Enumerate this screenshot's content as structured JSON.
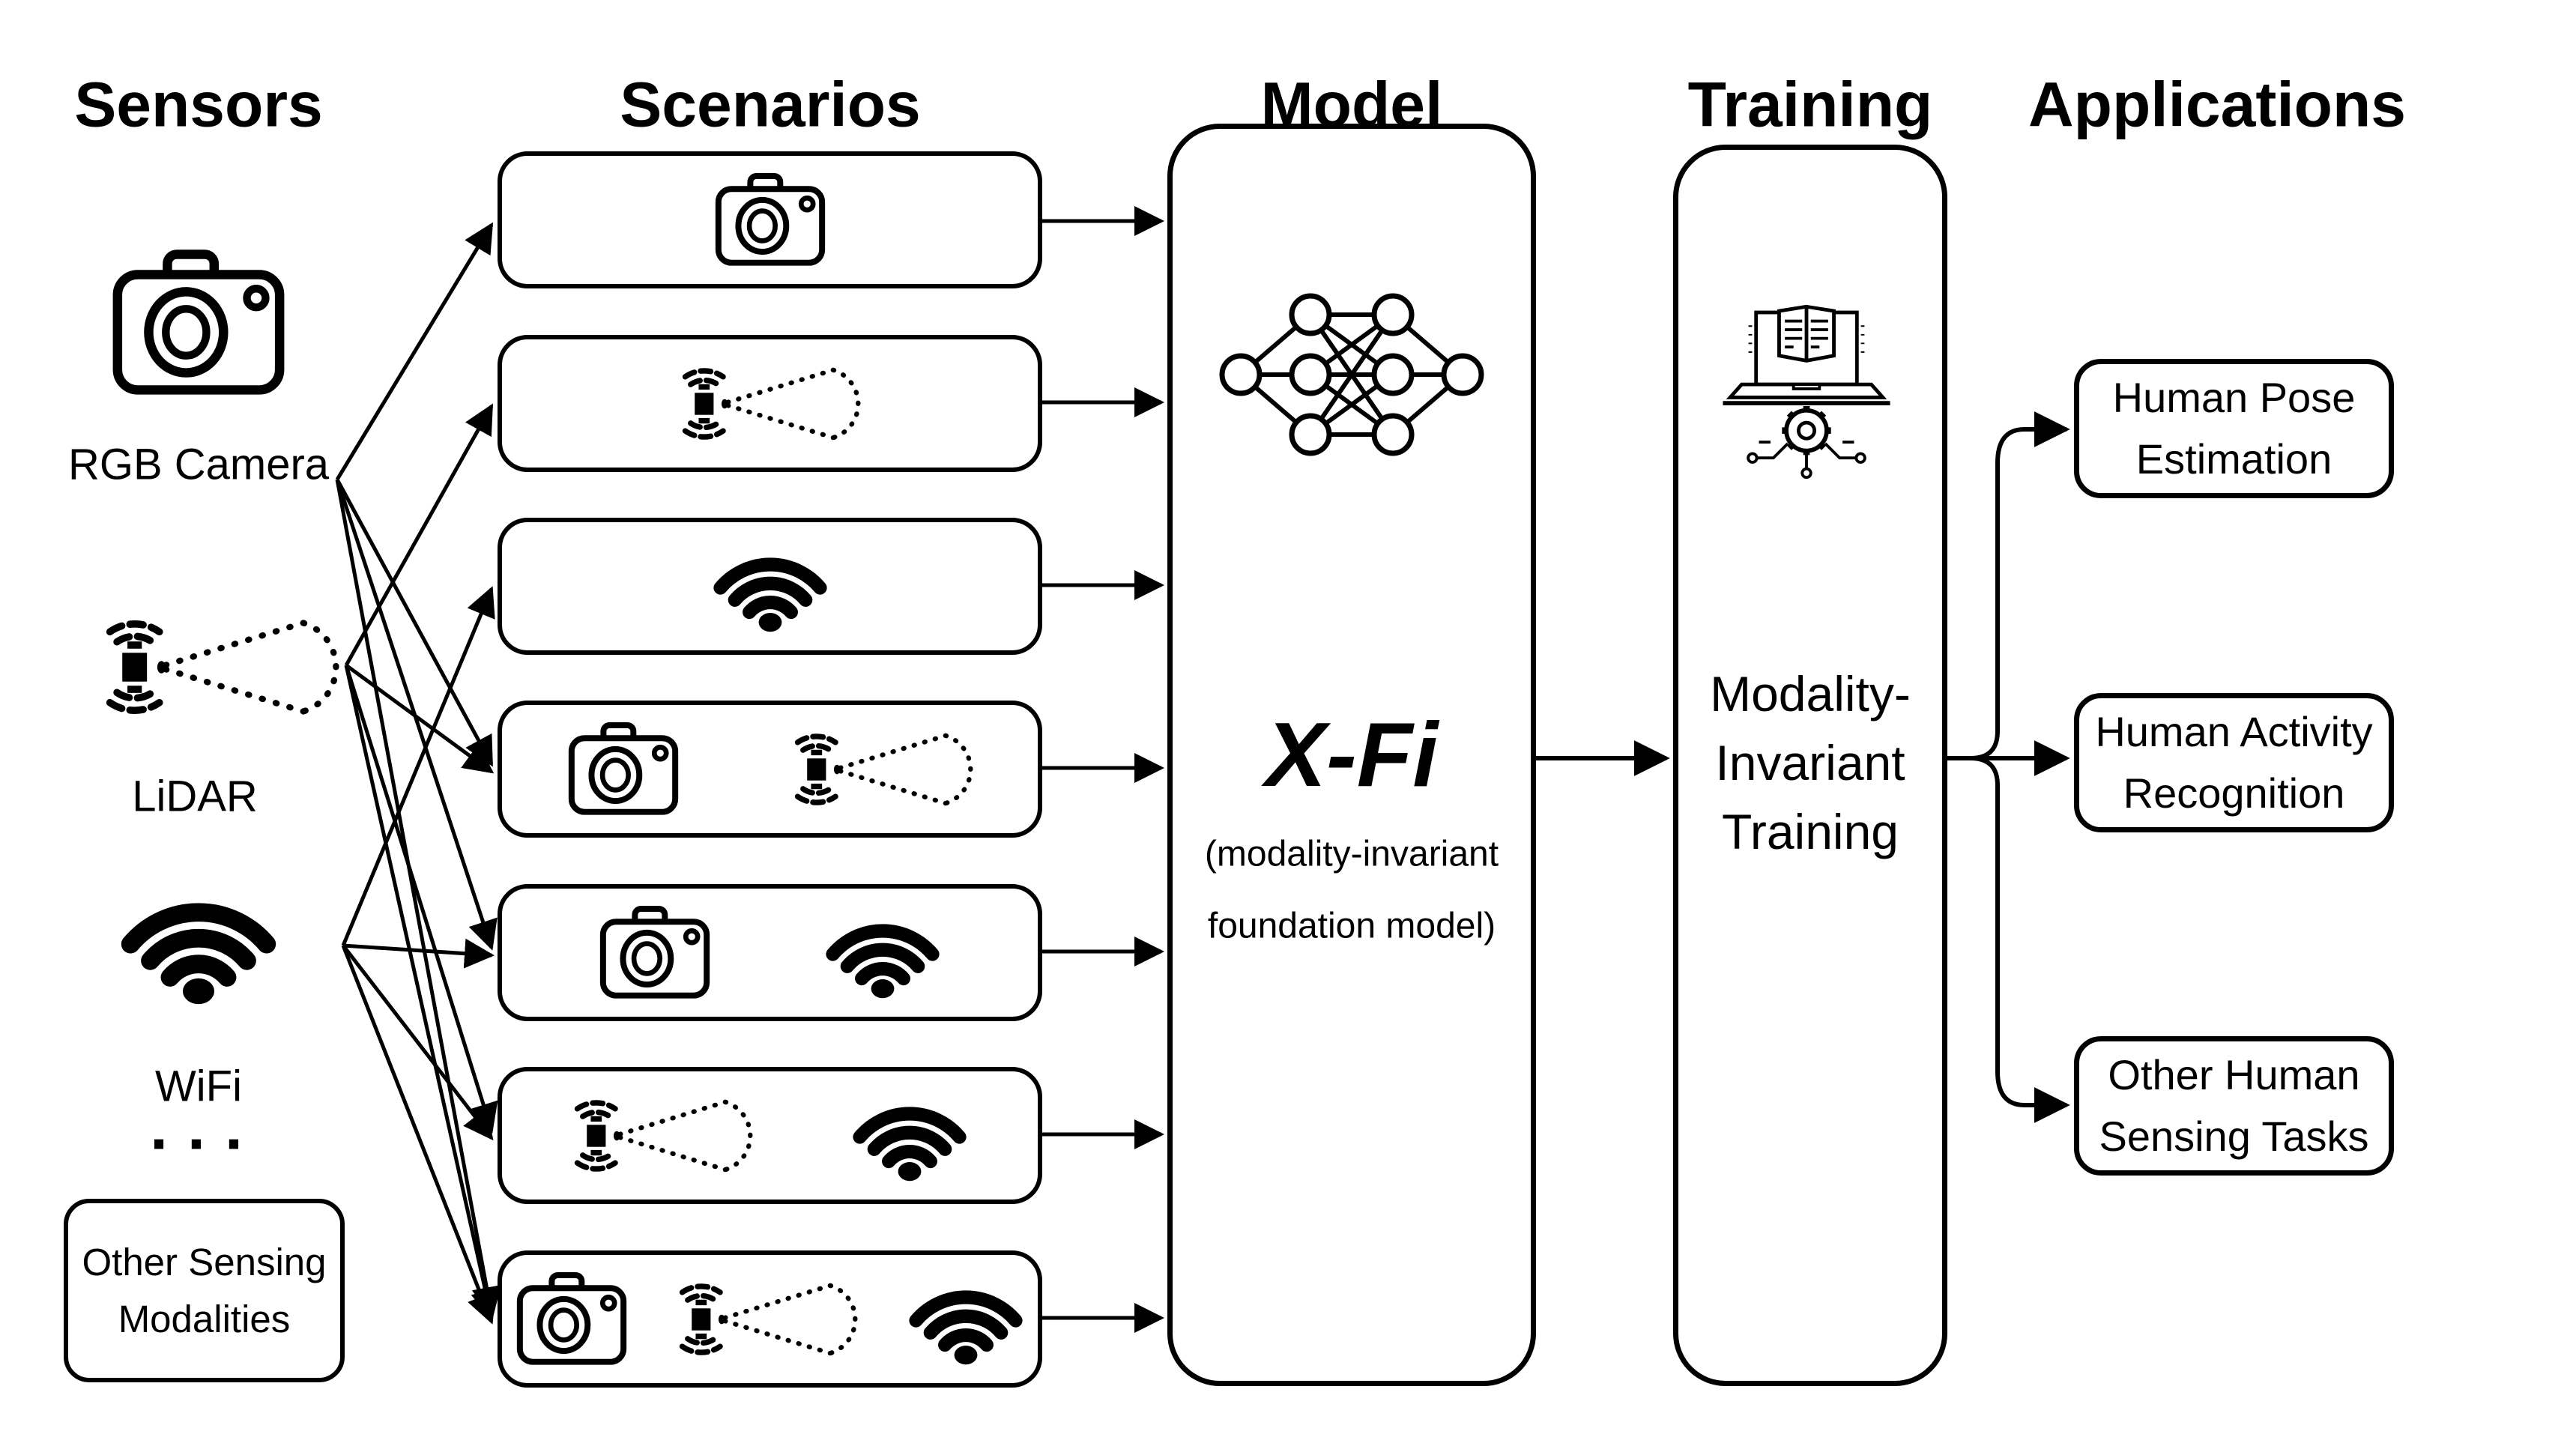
{
  "colors": {
    "ink": "#000000",
    "background": "#ffffff"
  },
  "headers": {
    "sensors": "Sensors",
    "scenarios": "Scenarios",
    "model": "Model",
    "training": "Training",
    "applications": "Applications"
  },
  "sensors": {
    "items": [
      {
        "icon": "camera-icon",
        "label": "RGB Camera"
      },
      {
        "icon": "lidar-icon",
        "label": "LiDAR"
      },
      {
        "icon": "wifi-icon",
        "label": "WiFi"
      }
    ],
    "ellipsis": "...",
    "other_box": {
      "line1": "Other Sensing",
      "line2": "Modalities"
    }
  },
  "scenarios": {
    "boxes": [
      {
        "icons": [
          "camera"
        ]
      },
      {
        "icons": [
          "lidar"
        ]
      },
      {
        "icons": [
          "wifi"
        ]
      },
      {
        "icons": [
          "camera",
          "lidar"
        ]
      },
      {
        "icons": [
          "camera",
          "wifi"
        ]
      },
      {
        "icons": [
          "lidar",
          "wifi"
        ]
      },
      {
        "icons": [
          "camera",
          "lidar",
          "wifi"
        ]
      }
    ]
  },
  "model": {
    "icon": "neural-network-icon",
    "name": "X-Fi",
    "subtitle_line1": "(modality-invariant",
    "subtitle_line2": "foundation model)"
  },
  "training": {
    "icon": "machine-learning-icon",
    "line1": "Modality-",
    "line2": "Invariant",
    "line3": "Training"
  },
  "applications": {
    "boxes": [
      {
        "line1": "Human Pose",
        "line2": "Estimation"
      },
      {
        "line1": "Human Activity",
        "line2": "Recognition"
      },
      {
        "line1": "Other Human",
        "line2": "Sensing Tasks"
      }
    ]
  }
}
